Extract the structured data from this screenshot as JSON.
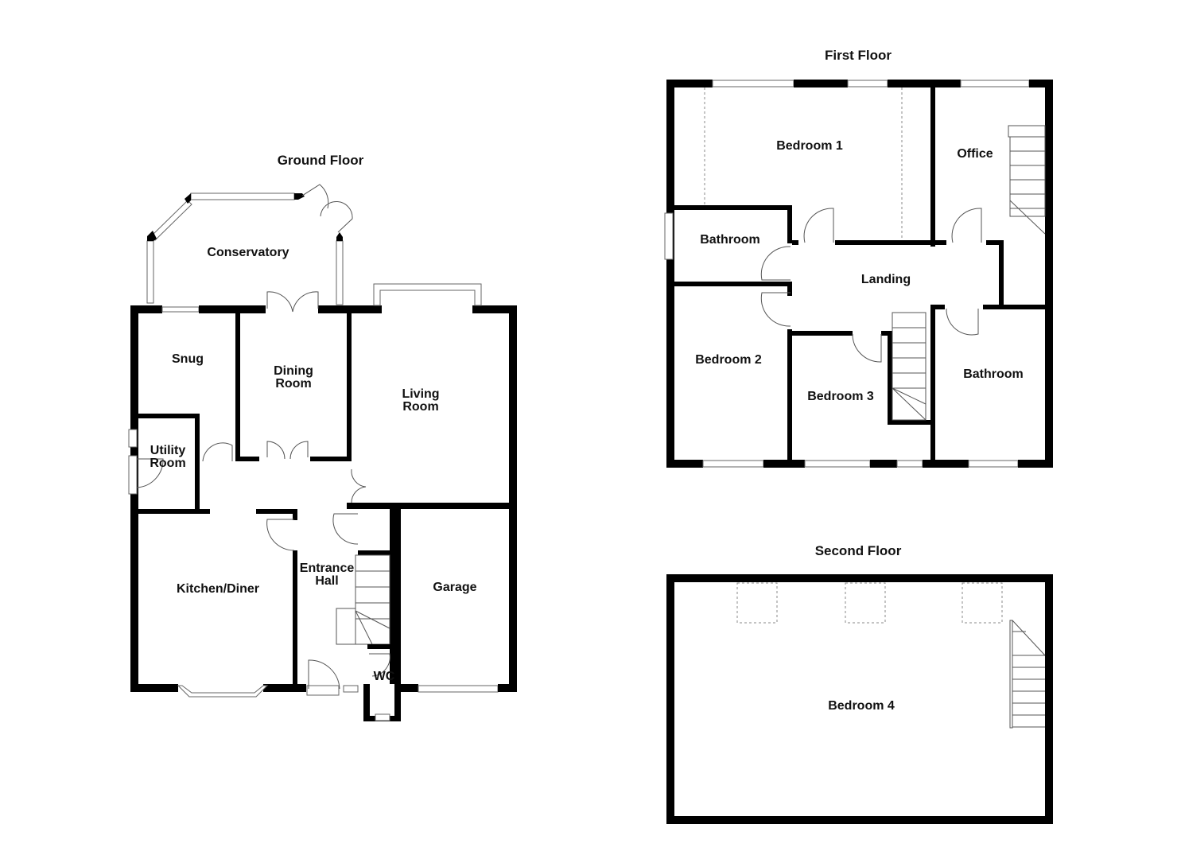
{
  "floors": {
    "ground": {
      "title": "Ground Floor",
      "rooms": {
        "conservatory": "Conservatory",
        "snug": "Snug",
        "dining_room": "Dining\nRoom",
        "living_room": "Living\nRoom",
        "utility_room": "Utility\nRoom",
        "kitchen_diner": "Kitchen/Diner",
        "entrance_hall": "Entrance\nHall",
        "garage": "Garage",
        "wc": "WC"
      }
    },
    "first": {
      "title": "First Floor",
      "rooms": {
        "bedroom_1": "Bedroom 1",
        "office": "Office",
        "bathroom_west": "Bathroom",
        "landing": "Landing",
        "bedroom_2": "Bedroom 2",
        "bedroom_3": "Bedroom 3",
        "bathroom_east": "Bathroom"
      }
    },
    "second": {
      "title": "Second Floor",
      "rooms": {
        "bedroom_4": "Bedroom 4"
      }
    }
  }
}
